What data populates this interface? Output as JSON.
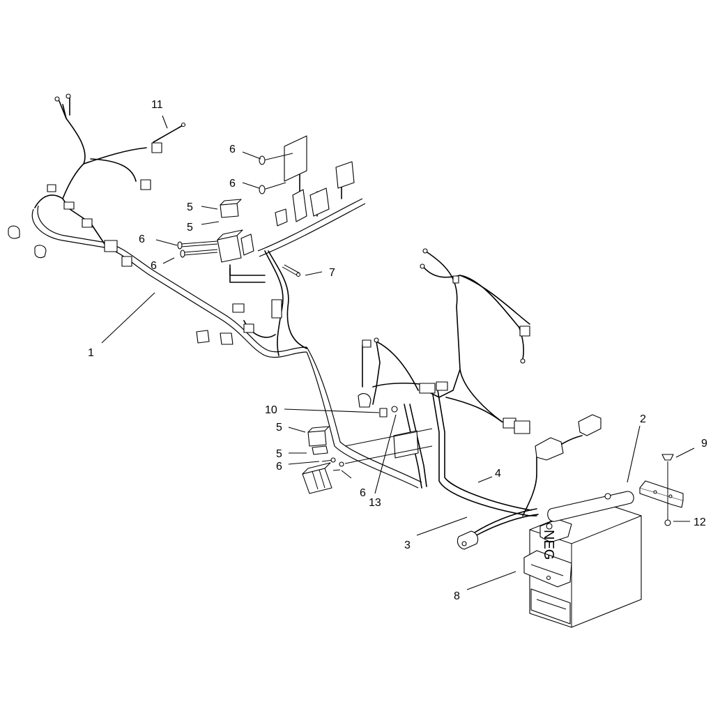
{
  "callouts": {
    "c1": "1",
    "c2": "2",
    "c3": "3",
    "c4": "4",
    "c5a": "5",
    "c5b": "5",
    "c5c": "5",
    "c5d": "5",
    "c6a": "6",
    "c6b": "6",
    "c6c": "6",
    "c6d": "6",
    "c6e": "6",
    "c6f": "6",
    "c7": "7",
    "c8": "8",
    "c9": "9",
    "c10": "10",
    "c11": "11",
    "c12": "12",
    "c13": "13"
  },
  "battery": {
    "terminal_label": "NEG"
  }
}
